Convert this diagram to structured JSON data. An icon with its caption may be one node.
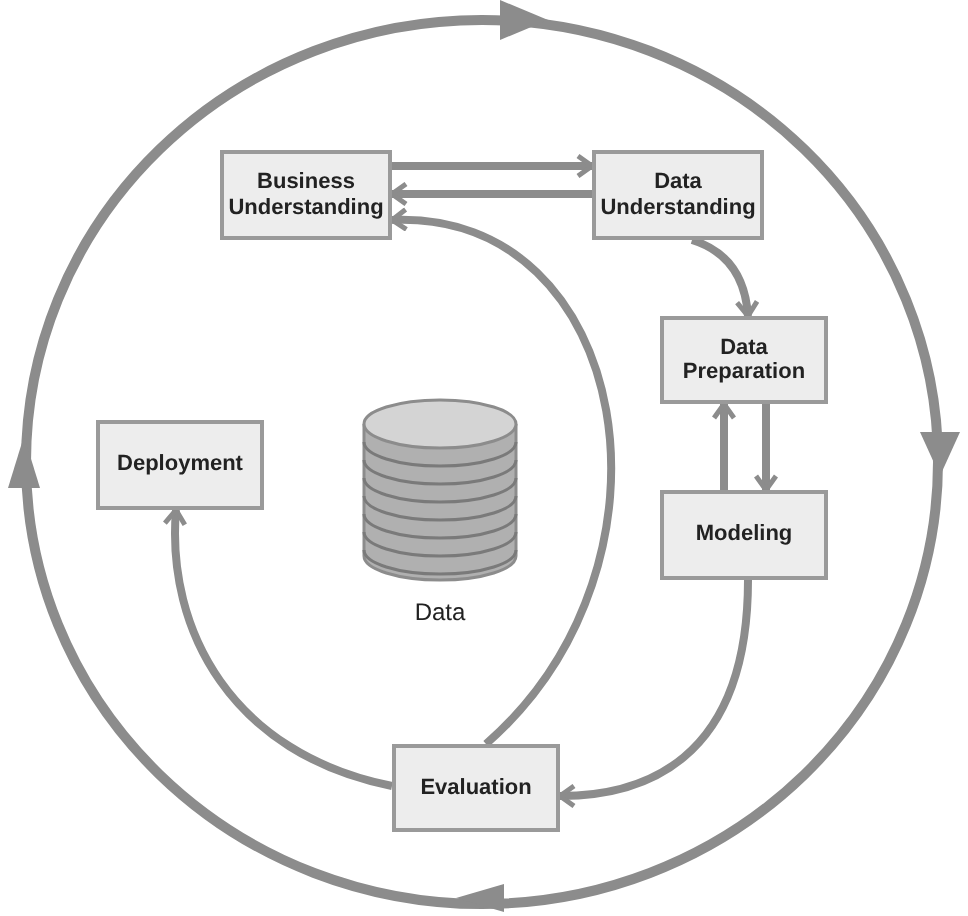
{
  "diagram": {
    "nodes": [
      {
        "text": [
          "Business Understanding"
        ]
      },
      {
        "text": [
          "Data Understanding"
        ]
      },
      {
        "text": [
          "Data Preparation"
        ]
      },
      {
        "text": [
          "Modeling"
        ]
      },
      {
        "text": [
          "Evaluation"
        ]
      },
      {
        "text": [
          "Deployment"
        ]
      },
      {
        "text": [
          "Data"
        ]
      }
    ],
    "edges": [
      {
        "from": 0,
        "to": 1,
        "arrow": "to"
      },
      {
        "from": 1,
        "to": 0,
        "arrow": "to"
      },
      {
        "from": 1,
        "to": 2,
        "arrow": "to"
      },
      {
        "from": 3,
        "to": 2,
        "arrow": "to"
      },
      {
        "from": 2,
        "to": 3,
        "arrow": "to"
      },
      {
        "from": 3,
        "to": 4,
        "arrow": "to"
      },
      {
        "from": 4,
        "to": 0,
        "arrow": "to"
      },
      {
        "from": 4,
        "to": 5,
        "arrow": "to"
      }
    ]
  }
}
